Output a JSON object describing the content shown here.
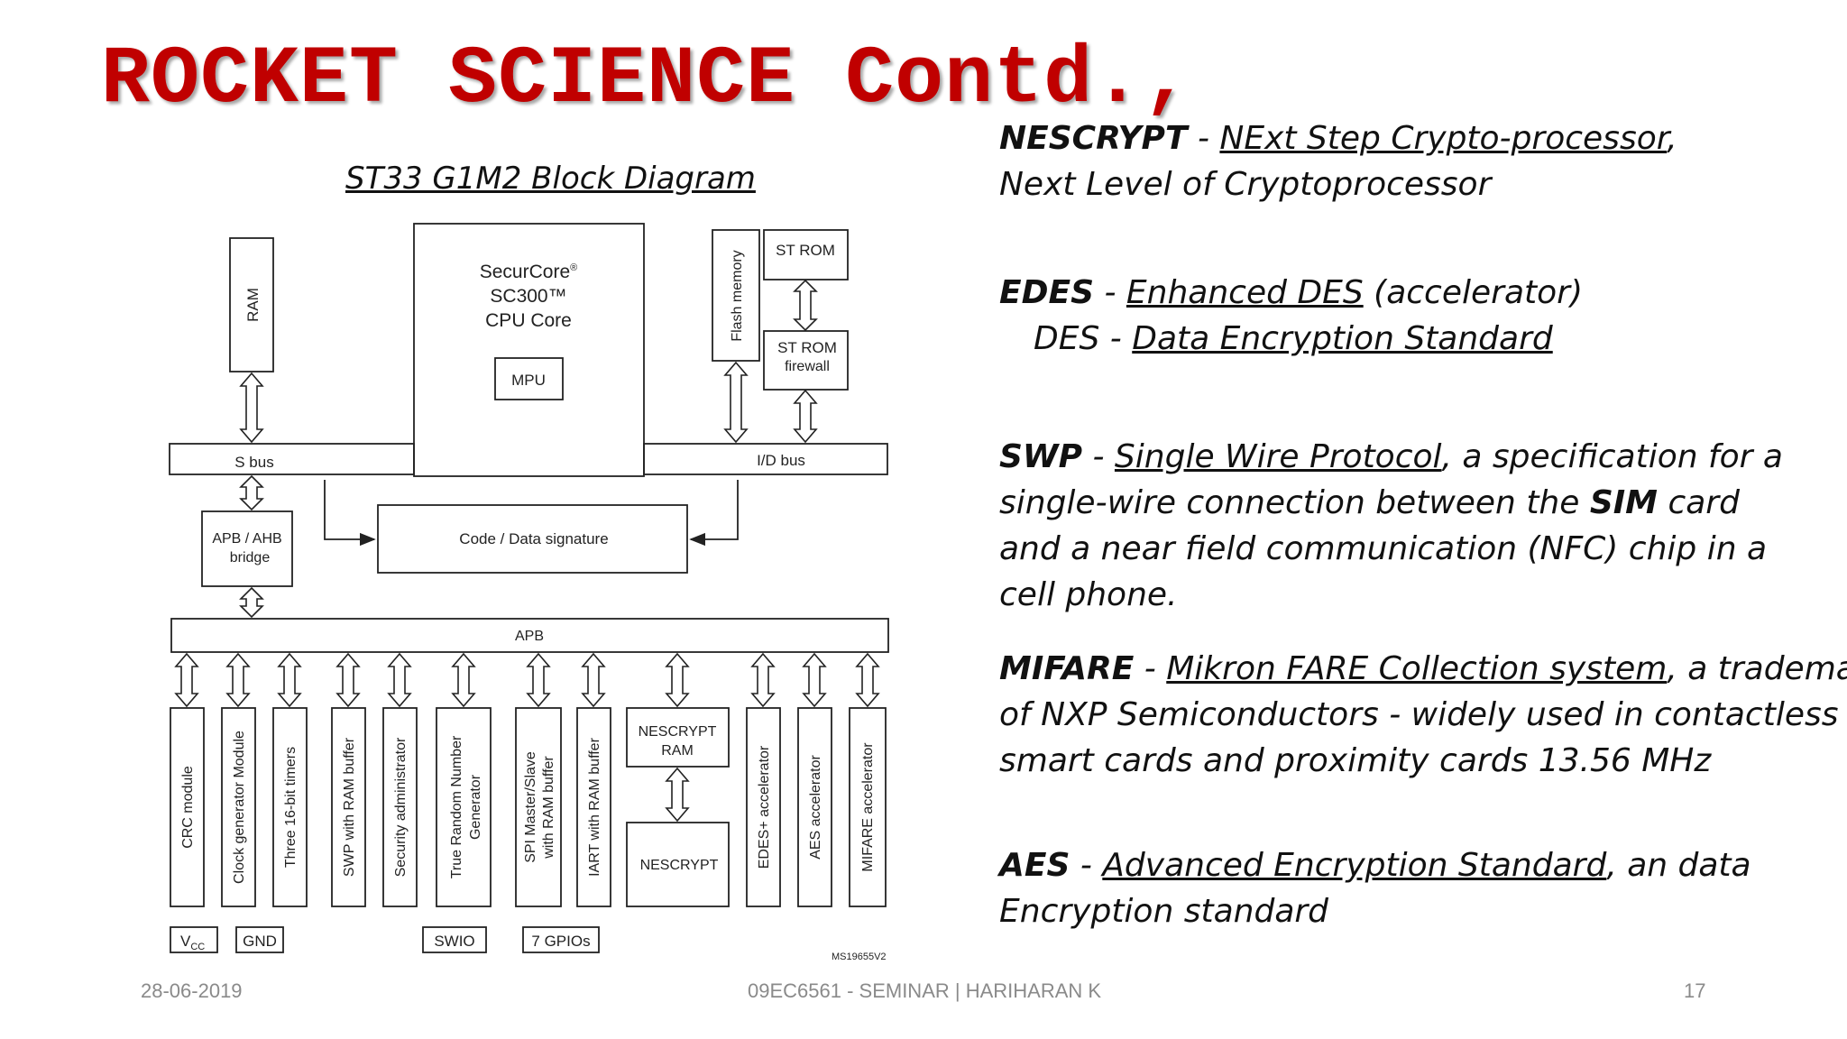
{
  "slide": {
    "title": "ROCKET SCIENCE Contd.,",
    "diagram_caption": "ST33 G1M2 Block Diagram",
    "colors": {
      "title": "#c00000",
      "text": "#111111",
      "footer": "#8a8a8a"
    }
  },
  "diagram": {
    "ram": "RAM",
    "cpu_line1": "SecurCore",
    "cpu_reg": "®",
    "cpu_line2": "SC300™",
    "cpu_line3": "CPU Core",
    "mpu": "MPU",
    "flash": "Flash memory",
    "st_rom": "ST ROM",
    "st_rom_fw_line1": "ST ROM",
    "st_rom_fw_line2": "firewall",
    "s_bus": "S bus",
    "id_bus": "I/D bus",
    "bridge_line1": "APB / AHB",
    "bridge_line2": "bridge",
    "code_sig": "Code / Data signature",
    "apb": "APB",
    "modules": {
      "crc": "CRC module",
      "clock": "Clock generator Module",
      "timers": "Three 16-bit timers",
      "swp": "SWP with RAM buffer",
      "security": "Security administrator",
      "trng_line1": "True Random Number",
      "trng_line2": "Generator",
      "spi_line1": "SPI Master/Slave",
      "spi_line2": "with RAM buffer",
      "iart": "IART with RAM buffer",
      "nescrypt_ram_line1": "NESCRYPT",
      "nescrypt_ram_line2": "RAM",
      "nescrypt": "NESCRYPT",
      "edes": "EDES+ accelerator",
      "aes": "AES accelerator",
      "mifare": "MIFARE accelerator"
    },
    "pins": {
      "vcc": "V",
      "vcc_sub": "CC",
      "gnd": "GND",
      "swio": "SWIO",
      "gpios": "7 GPIOs"
    },
    "ref": "MS19655V2"
  },
  "definitions": {
    "nescrypt": {
      "term": "NESCRYPT",
      "sep": " - ",
      "link": "NExt Step Crypto-processor",
      "after": ",",
      "line2": "Next Level of Cryptoprocessor"
    },
    "edes": {
      "term": "EDES",
      "sep": " - ",
      "link": "Enhanced DES",
      "after": " (accelerator)",
      "sub_term": "DES",
      "sub_sep": " - ",
      "sub_link": "Data Encryption Standard"
    },
    "swp": {
      "term": "SWP",
      "sep": " - ",
      "link": "Single Wire Protocol",
      "after": ", a specification for a",
      "line2a": "single-wire connection between the ",
      "line2b": "SIM",
      "line2c": " card",
      "line3": "and a near field communication (NFC) chip in a",
      "line4": "cell phone."
    },
    "mifare": {
      "term": "MIFARE",
      "sep": " - ",
      "link": "Mikron FARE Collection system",
      "after": ", a trademark",
      "line2": "of NXP Semiconductors - widely used in contactless",
      "line3": "smart cards and proximity cards 13.56 MHz"
    },
    "aes": {
      "term": "AES",
      "sep": " - ",
      "link": "Advanced Encryption Standard",
      "after": ", an data",
      "line2": "Encryption standard"
    }
  },
  "footer": {
    "date": "28-06-2019",
    "center": "09EC6561 - SEMINAR | HARIHARAN K",
    "page": "17"
  }
}
